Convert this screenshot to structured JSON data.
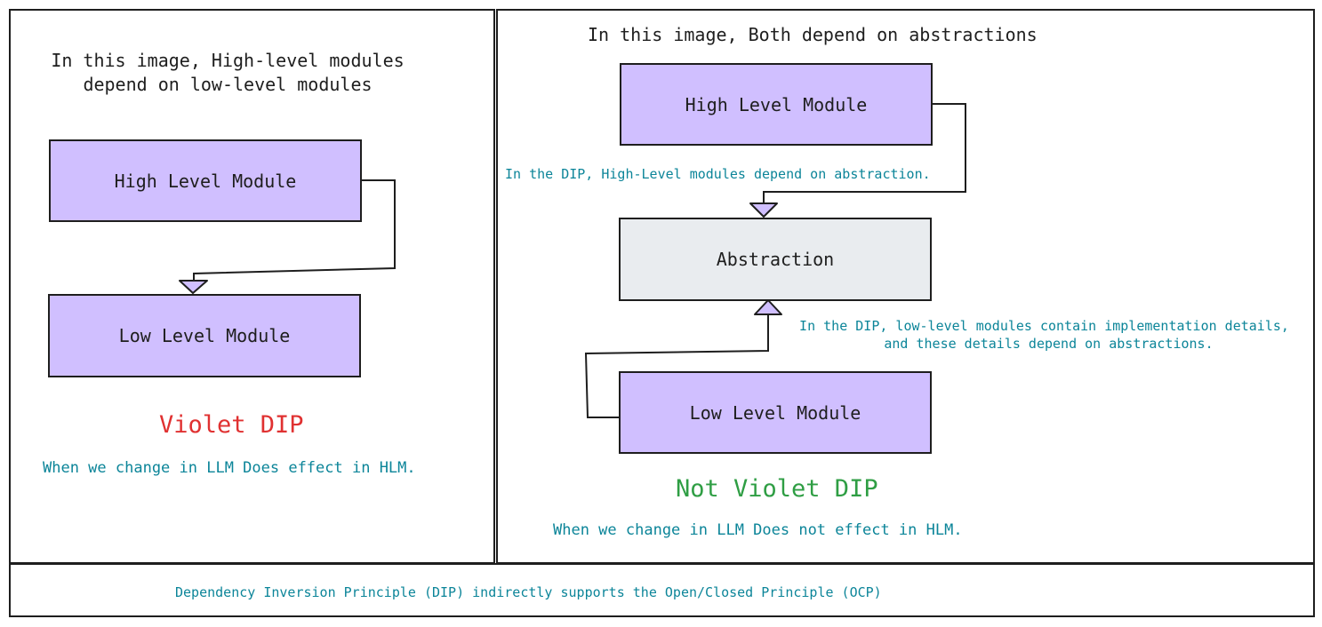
{
  "colors": {
    "module_fill": "#d0bfff",
    "abstraction_fill": "#e9ecef",
    "stroke": "#1e1e1e",
    "note_text": "#0c8599",
    "violate_text": "#e03131",
    "not_violate_text": "#2f9e44"
  },
  "left_panel": {
    "heading_line1": "In this image, High-level modules",
    "heading_line2": "depend on low-level modules",
    "high_module": "High Level Module",
    "low_module": "Low Level Module",
    "status": "Violet DIP",
    "effect_note": "When we change in LLM Does effect in HLM."
  },
  "right_panel": {
    "heading": "In this image, Both depend on abstractions",
    "high_module": "High Level Module",
    "abstraction": "Abstraction",
    "low_module": "Low Level Module",
    "high_note": "In the DIP, High-Level modules depend on abstraction.",
    "low_note_line1": "In the DIP, low-level modules contain implementation details,",
    "low_note_line2": "and these details depend on abstractions.",
    "status": "Not Violet DIP",
    "effect_note": "When we change in LLM Does not effect in HLM."
  },
  "footer": {
    "text": "Dependency Inversion Principle (DIP) indirectly supports the Open/Closed Principle (OCP)"
  }
}
